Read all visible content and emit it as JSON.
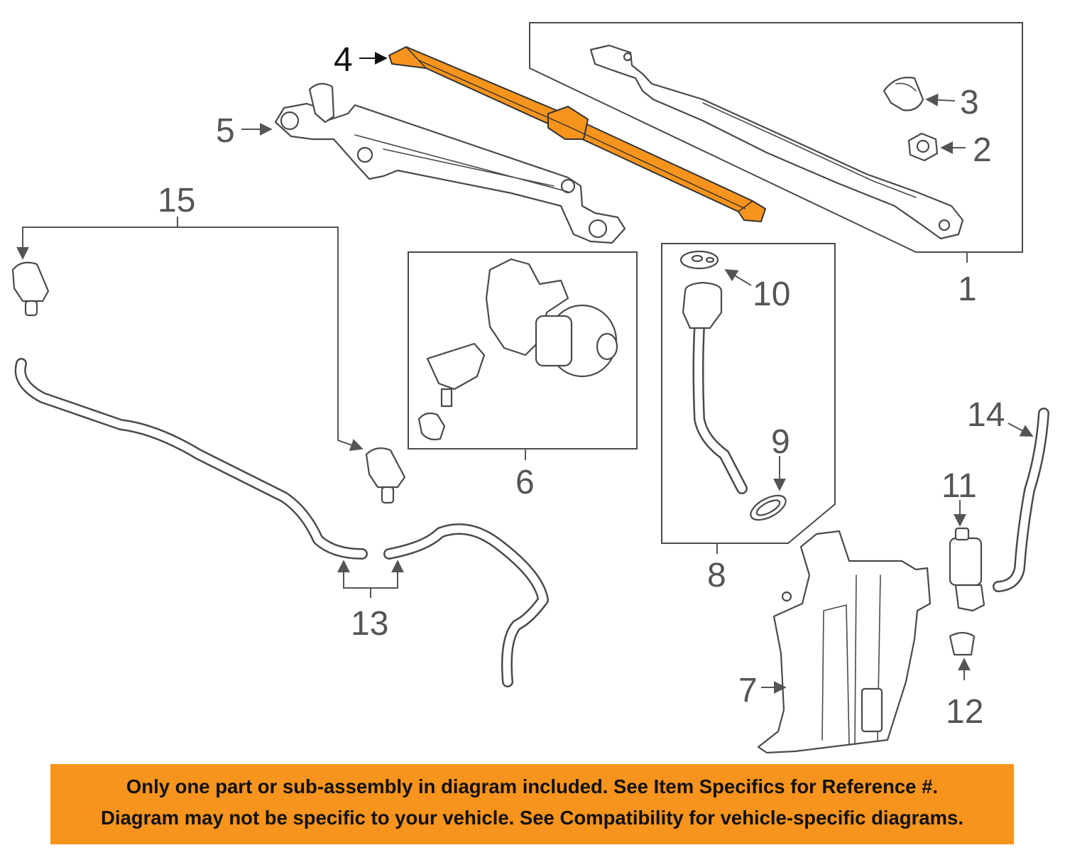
{
  "colors": {
    "highlight": "#F7941D",
    "banner": "#F7941D",
    "line": "#4A4A4A",
    "label": "#555555"
  },
  "callouts": {
    "c1": "1",
    "c2": "2",
    "c3": "3",
    "c4": "4",
    "c5": "5",
    "c6": "6",
    "c7": "7",
    "c8": "8",
    "c9": "9",
    "c10": "10",
    "c11": "11",
    "c12": "12",
    "c13": "13",
    "c14": "14",
    "c15": "15"
  },
  "highlighted_part": "4",
  "disclaimer": {
    "line1": "Only one part or sub-assembly in diagram included. See Item Specifics for Reference #.",
    "line2": "Diagram may not be specific to your vehicle. See Compatibility for vehicle-specific diagrams."
  }
}
